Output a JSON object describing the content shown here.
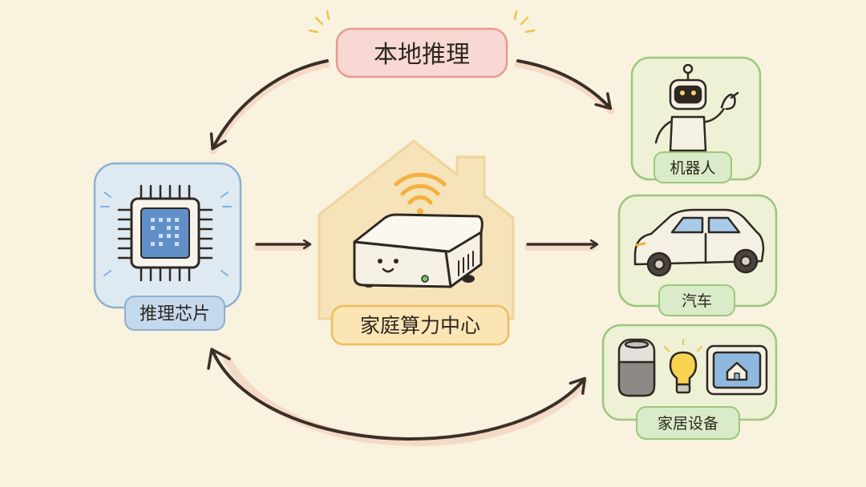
{
  "title": {
    "text": "本地推理",
    "fill": "#f8d8d2",
    "stroke": "#e79a90"
  },
  "chip": {
    "label": "推理芯片",
    "panel_fill": "#dfe9f2",
    "panel_stroke": "#8db0d2",
    "core_color": "#5f8fc6"
  },
  "hub": {
    "label": "家庭算力中心",
    "label_fill": "#fbe5b4",
    "label_stroke": "#ecbd5c",
    "house_fill": "#f6e3b9",
    "wifi_color": "#f4b13d"
  },
  "devices": {
    "robot": {
      "label": "机器人"
    },
    "car": {
      "label": "汽车"
    },
    "home": {
      "label": "家居设备"
    },
    "panel_fill": "#eef1d6",
    "panel_stroke": "#9cc77e",
    "label_fill": "#d9ebc8"
  },
  "arrow_color": "#3a3028",
  "accent_stroke": "#2f2822"
}
